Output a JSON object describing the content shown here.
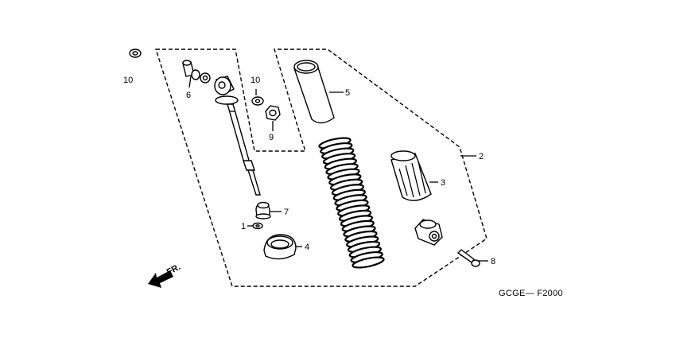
{
  "labels": {
    "p1": "1",
    "p2": "2",
    "p3": "3",
    "p4": "4",
    "p5": "5",
    "p6": "6",
    "p7": "7",
    "p8": "8",
    "p9": "9",
    "p10a": "10",
    "p10b": "10"
  },
  "front_label": "FR.",
  "diagram_code": "GCGE— F2000"
}
